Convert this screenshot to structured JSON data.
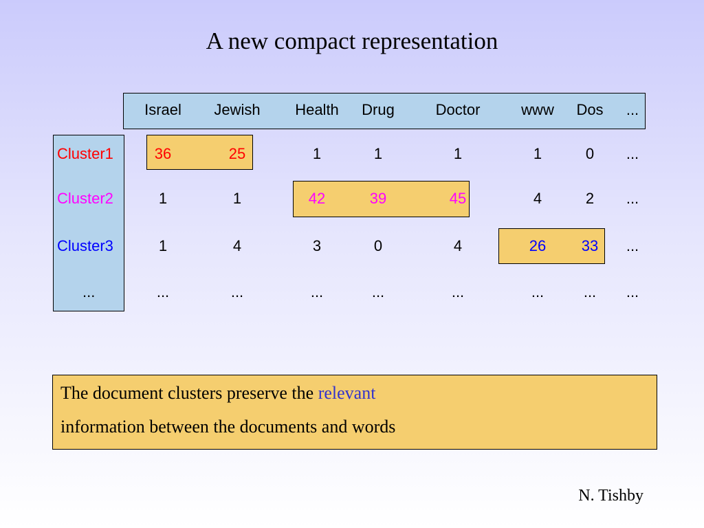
{
  "title": "A new compact representation",
  "colors": {
    "header_bg": "#b4d3ec",
    "highlight_bg": "#f5ce6f",
    "cluster1": "#ff0000",
    "cluster2": "#ff00ff",
    "cluster3": "#0000ff",
    "relevant": "#3333cc"
  },
  "columns": [
    "Israel",
    "Jewish",
    "Health",
    "Drug",
    "Doctor",
    "www",
    "Dos",
    "..."
  ],
  "rows": [
    {
      "label": "Cluster1",
      "values": [
        "36",
        "25",
        "1",
        "1",
        "1",
        "1",
        "0",
        "..."
      ]
    },
    {
      "label": "Cluster2",
      "values": [
        "1",
        "1",
        "42",
        "39",
        "45",
        "4",
        "2",
        "..."
      ]
    },
    {
      "label": "Cluster3",
      "values": [
        "1",
        "4",
        "3",
        "0",
        "4",
        "26",
        "33",
        "..."
      ]
    },
    {
      "label": "...",
      "values": [
        "...",
        "...",
        "...",
        "...",
        "...",
        "...",
        "...",
        "..."
      ]
    }
  ],
  "note": {
    "line1_before": "The document clusters preserve the ",
    "line1_highlight": "relevant",
    "line2": "information between the documents and words"
  },
  "author": "N. Tishby"
}
